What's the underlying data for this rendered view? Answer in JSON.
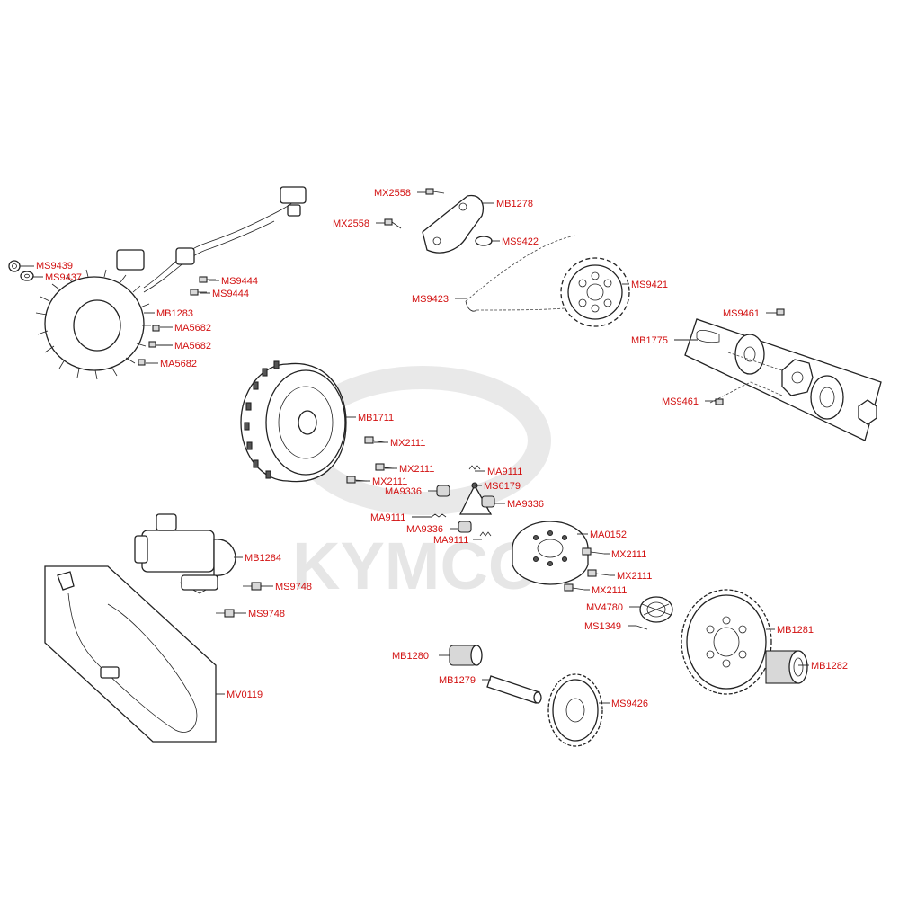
{
  "watermark": {
    "text": "KYMCO"
  },
  "labels": {
    "MS9439": "MS9439",
    "MS9437": "MS9437",
    "MB1283": "MB1283",
    "MS9444_a": "MS9444",
    "MS9444_b": "MS9444",
    "MA5682_a": "MA5682",
    "MA5682_b": "MA5682",
    "MA5682_c": "MA5682",
    "MX2558_a": "MX2558",
    "MX2558_b": "MX2558",
    "MB1278": "MB1278",
    "MS9422": "MS9422",
    "MS9423": "MS9423",
    "MS9421": "MS9421",
    "MS9461_a": "MS9461",
    "MS9461_b": "MS9461",
    "MB1775": "MB1775",
    "MB1711": "MB1711",
    "MX2111_a": "MX2111",
    "MX2111_b": "MX2111",
    "MX2111_c": "MX2111",
    "MA9111_a": "MA9111",
    "MS6179": "MS6179",
    "MA9336_a": "MA9336",
    "MA9336_b": "MA9336",
    "MA9111_b": "MA9111",
    "MA9336_c": "MA9336",
    "MA9111_c": "MA9111",
    "MA0152": "MA0152",
    "MX2111_d": "MX2111",
    "MX2111_e": "MX2111",
    "MX2111_f": "MX2111",
    "MV4780": "MV4780",
    "MS1349": "MS1349",
    "MB1284": "MB1284",
    "MS9748_a": "MS9748",
    "MS9748_b": "MS9748",
    "MV0119": "MV0119",
    "MB1281": "MB1281",
    "MB1282": "MB1282",
    "MB1280": "MB1280",
    "MB1279": "MB1279",
    "MS9426": "MS9426"
  }
}
